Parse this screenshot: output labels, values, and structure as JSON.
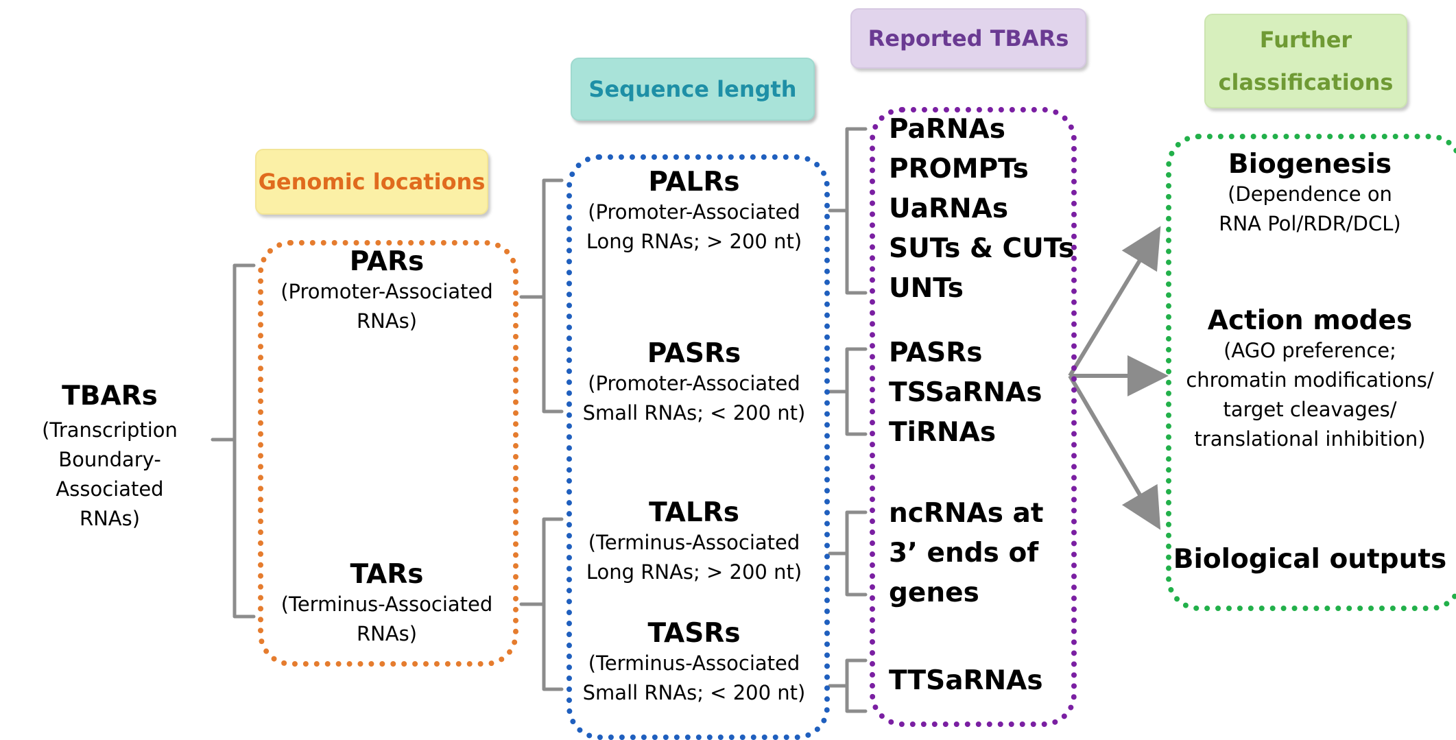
{
  "root": {
    "title": "TBARs",
    "desc": "(Transcription Boundary-Associated RNAs)"
  },
  "headers": {
    "genomic": "Genomic locations",
    "sequence": "Sequence length",
    "reported": "Reported TBARs",
    "further": "Further classifications"
  },
  "genomic": {
    "pars": {
      "title": "PARs",
      "desc": "(Promoter-Associated RNAs)"
    },
    "tars": {
      "title": "TARs",
      "desc": "(Terminus-Associated RNAs)"
    }
  },
  "sequence": {
    "palrs": {
      "title": "PALRs",
      "desc1": "(Promoter-Associated",
      "desc2": "Long RNAs; > 200 nt)"
    },
    "pasrs": {
      "title": "PASRs",
      "desc1": "(Promoter-Associated",
      "desc2": "Small RNAs; < 200 nt)"
    },
    "talrs": {
      "title": "TALRs",
      "desc1": "(Terminus-Associated",
      "desc2": "Long RNAs; > 200 nt)"
    },
    "tasrs": {
      "title": "TASRs",
      "desc1": "(Terminus-Associated",
      "desc2": "Small RNAs; < 200 nt)"
    }
  },
  "reported": {
    "group1": [
      "PaRNAs",
      "PROMPTs",
      "UaRNAs",
      "SUTs & CUTs",
      "UNTs"
    ],
    "group2": [
      "PASRs",
      "TSSaRNAs",
      "TiRNAs"
    ],
    "group3": [
      "ncRNAs at",
      "3’ ends of",
      "genes"
    ],
    "group4": [
      "TTSaRNAs"
    ]
  },
  "further": {
    "biogenesis": {
      "title": "Biogenesis",
      "desc1": "(Dependence on",
      "desc2": "RNA Pol/RDR/DCL)"
    },
    "action": {
      "title": "Action modes",
      "lines": [
        "(AGO preference;",
        "chromatin modifications/",
        "target cleavages/",
        "translational inhibition)"
      ]
    },
    "outputs": {
      "title": "Biological outputs"
    }
  },
  "colors": {
    "bracket": "#8c8c8c",
    "genomic": "#e57c2e",
    "sequence": "#1f5fbe",
    "reported": "#7a1fa2",
    "further": "#22b04a"
  }
}
